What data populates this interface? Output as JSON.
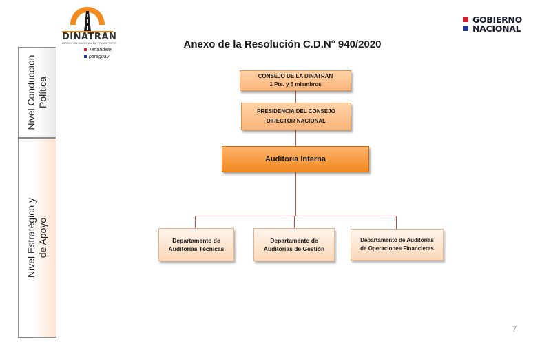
{
  "title": "Anexo de la Resolución C.D.N° 940/2020",
  "levels": {
    "conduccion": "Nivel Conducción\nPolítica",
    "estrategico": "Nivel Estratégico y\nde Apoyo"
  },
  "org": {
    "consejo_line1": "CONSEJO DE LA DINATRAN",
    "consejo_line2": "1 Pte. y 6 miembros",
    "presidencia_line1": "PRESIDENCIA DEL CONSEJO",
    "presidencia_line2": "DIRECTOR NACIONAL",
    "auditoria": "Auditoria Interna",
    "dep1_line1": "Departamento de",
    "dep1_line2": "Auditorías Técnicas",
    "dep2_line1": "Departamento de",
    "dep2_line2": "Auditorías de Gestión",
    "dep3_line1": "Departamento de Auditorías",
    "dep3_line2": "de Operaciones Financieras"
  },
  "logos": {
    "dinatran_name": "DINATRAN",
    "dinatran_sub": "DIRECCIÓN NACIONAL DE TRANSPORTE",
    "tagline_line1": "Tenondete",
    "tagline_line2": "paraguay",
    "gov_line1": "GOBIERNO",
    "gov_line2": "NACIONAL"
  },
  "colors": {
    "accent_orange": "#f28a20",
    "connector": "#c0504d",
    "gov_red": "#d0202e",
    "gov_blue": "#1f3a93"
  },
  "page_number": "7"
}
